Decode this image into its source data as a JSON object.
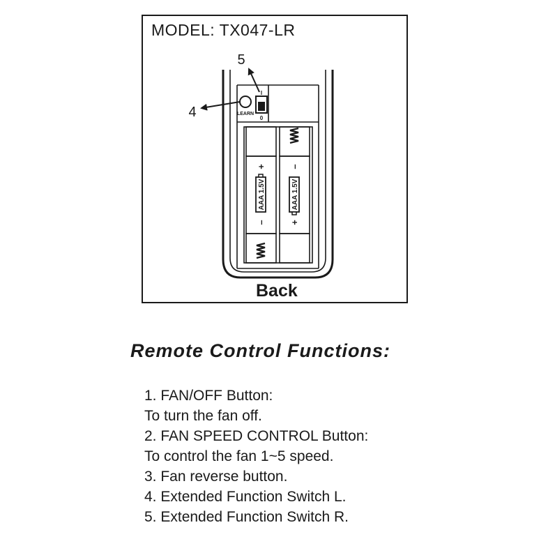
{
  "diagram": {
    "model": "MODEL: TX047-LR",
    "callouts": {
      "four": "4",
      "five": "5"
    },
    "switch_marks": {
      "on": "I",
      "off": "0"
    },
    "learn_label": "LEARN",
    "battery_label": "AAA 1.5V",
    "plus": "+",
    "minus": "–",
    "view_label": "Back"
  },
  "functions": {
    "title": "Remote Control Functions:",
    "items": [
      {
        "title": "1. FAN/OFF  Button:",
        "desc": "To turn the fan off."
      },
      {
        "title": "2. FAN SPEED CONTROL Button:",
        "desc": "To control the fan 1~5 speed."
      },
      {
        "title": "3. Fan reverse button.",
        "desc": ""
      },
      {
        "title": "4. Extended Function Switch L.",
        "desc": ""
      },
      {
        "title": "5. Extended Function Switch R.",
        "desc": ""
      }
    ]
  }
}
